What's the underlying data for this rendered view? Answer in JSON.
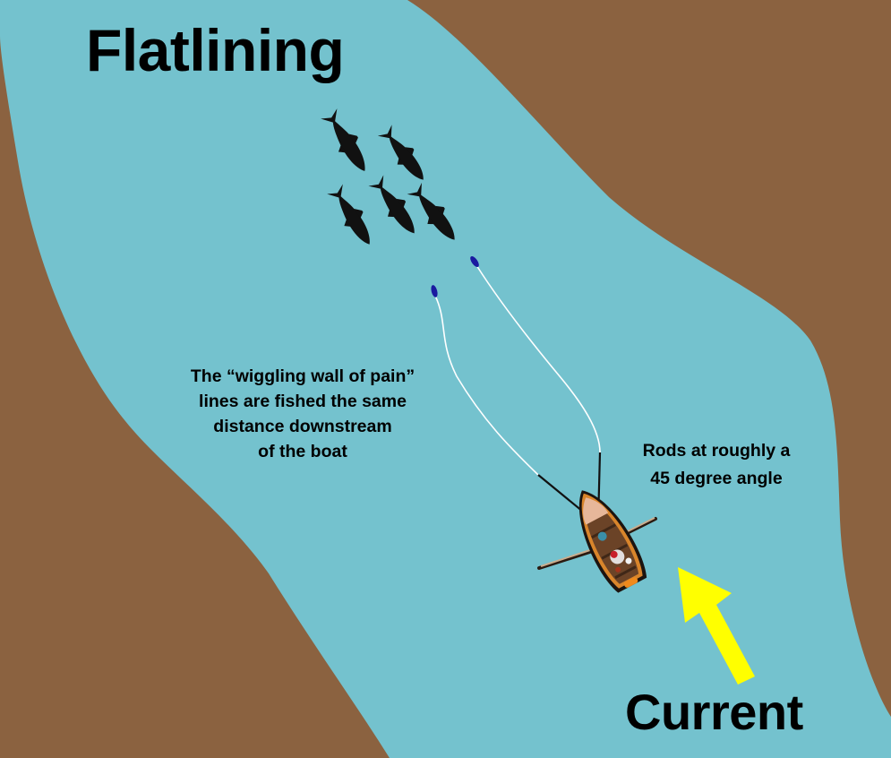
{
  "title": "Flatlining",
  "annotations": {
    "lines_note": [
      "The “wiggling wall of pain”",
      "lines are fished the same",
      "distance downstream",
      "of the boat"
    ],
    "rods_note": [
      "Rods at roughly a",
      "45 degree angle"
    ]
  },
  "current_label": "Current",
  "colors": {
    "river": "#74c2ce",
    "bank": "#8b6240",
    "arrow": "#ffff00",
    "lure": "#1a1aa0",
    "fish": "#111111",
    "line": "#ffffff"
  },
  "fish_count": 5,
  "lure_count": 2
}
